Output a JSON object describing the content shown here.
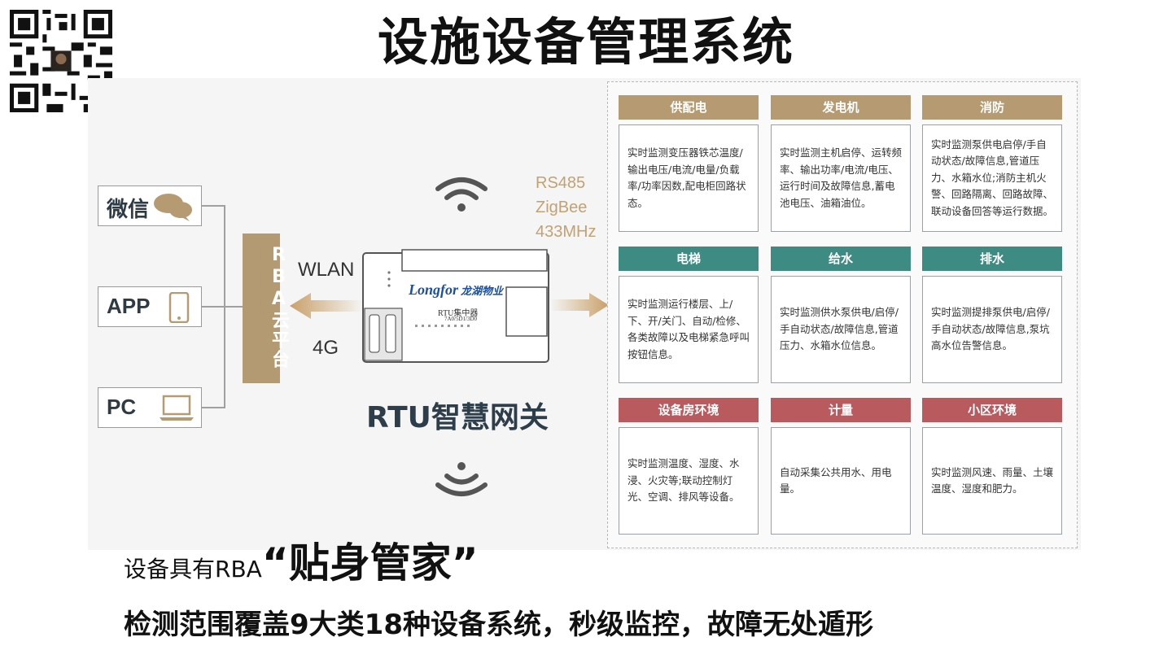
{
  "title": "设施设备管理系统",
  "clients": [
    {
      "label": "微信",
      "icon": "chat-bubble-icon"
    },
    {
      "label": "APP",
      "icon": "phone-icon"
    },
    {
      "label": "PC",
      "icon": "laptop-icon"
    }
  ],
  "platform_label": "RBA云平台",
  "connection": {
    "wlan": "WLAN",
    "cell": "4G"
  },
  "protocols": [
    "RS485",
    "ZigBee",
    "433MHz"
  ],
  "device": {
    "brand": "Longfor",
    "brand_cn": "龙湖物业",
    "model": "RTU集中器",
    "sub_model": "7A0/5D1/3D0"
  },
  "gateway_title": "RTU智慧网关",
  "categories": [
    {
      "name": "供配电",
      "color": "#b69a72",
      "desc": "实时监测变压器铁芯温度/输出电压/电流/电量/负载率/功率因数,配电柜回路状态。"
    },
    {
      "name": "发电机",
      "color": "#b69a72",
      "desc": "实时监测主机启停、运转频率、输出功率/电流/电压、运行时间及故障信息,蓄电池电压、油箱油位。"
    },
    {
      "name": "消防",
      "color": "#b69a72",
      "desc": "实时监测泵供电启停/手自动状态/故障信息,管道压力、水箱水位;消防主机火警、回路隔离、回路故障、联动设备回答等运行数据。"
    },
    {
      "name": "电梯",
      "color": "#3e8b83",
      "desc": "实时监测运行楼层、上/下、开/关门、自动/检修、各类故障以及电梯紧急呼叫按钮信息。"
    },
    {
      "name": "给水",
      "color": "#3e8b83",
      "desc": "实时监测供水泵供电/启停/手自动状态/故障信息,管道压力、水箱水位信息。"
    },
    {
      "name": "排水",
      "color": "#3e8b83",
      "desc": "实时监测提排泵供电/启停/手自动状态/故障信息,泵坑高水位告警信息。"
    },
    {
      "name": "设备房环境",
      "color": "#b95a5f",
      "desc": "实时监测温度、湿度、水浸、火灾等;联动控制灯光、空调、排风等设备。"
    },
    {
      "name": "计量",
      "color": "#b95a5f",
      "desc": "自动采集公共用水、用电量。"
    },
    {
      "name": "小区环境",
      "color": "#b95a5f",
      "desc": "实时监测风速、雨量、土壤温度、湿度和肥力。"
    }
  ],
  "tagline1": {
    "prefix": "设备具有RBA",
    "quote": "“贴身管家”"
  },
  "tagline2": "检测范围覆盖9大类18种设备系统，秒级监控，故障无处遁形"
}
